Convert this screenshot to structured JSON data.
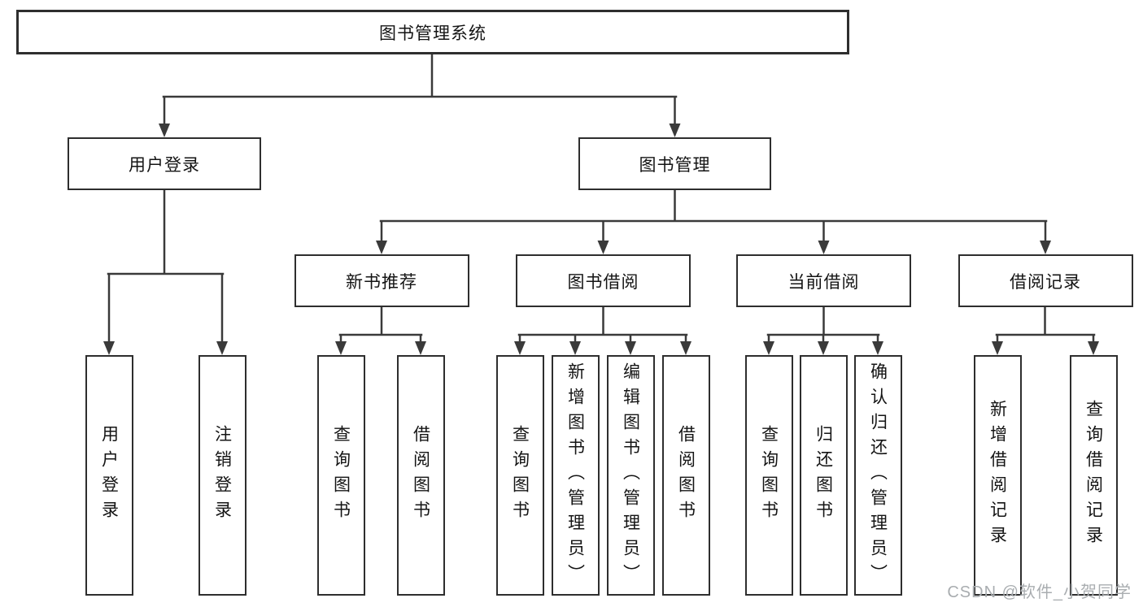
{
  "diagram": {
    "type": "hierarchy-tree",
    "title": "图书管理系统",
    "colors": {
      "line": "#3a3a3a",
      "box_border": "#2e2e2e",
      "text": "#141414",
      "watermark": "#a9adb0",
      "background": "#ffffff"
    },
    "nodes": {
      "root": {
        "label": "图书管理系统"
      },
      "user_login": {
        "label": "用户登录"
      },
      "book_management": {
        "label": "图书管理"
      },
      "new_book_recommend": {
        "label": "新书推荐"
      },
      "book_borrow": {
        "label": "图书借阅"
      },
      "current_borrow": {
        "label": "当前借阅"
      },
      "borrow_records": {
        "label": "借阅记录"
      },
      "user_login_leaf": {
        "label": "用户登录"
      },
      "logout_leaf": {
        "label": "注销登录"
      },
      "nbr_query_books": {
        "label": "查询图书"
      },
      "nbr_borrow_books": {
        "label": "借阅图书"
      },
      "bb_query_books": {
        "label": "查询图书"
      },
      "bb_add_books": {
        "label": "新增图书（管理员）"
      },
      "bb_edit_books": {
        "label": "编辑图书（管理员）"
      },
      "bb_borrow_books": {
        "label": "借阅图书"
      },
      "cb_query_books": {
        "label": "查询图书"
      },
      "cb_return_books": {
        "label": "归还图书"
      },
      "cb_confirm_return": {
        "label": "确认归还（管理员）"
      },
      "br_add_record": {
        "label": "新增借阅记录"
      },
      "br_query_record": {
        "label": "查询借阅记录"
      }
    },
    "edges": [
      [
        "图书管理系统",
        "用户登录"
      ],
      [
        "图书管理系统",
        "图书管理"
      ],
      [
        "用户登录",
        "用户登录"
      ],
      [
        "用户登录",
        "注销登录"
      ],
      [
        "图书管理",
        "新书推荐"
      ],
      [
        "图书管理",
        "图书借阅"
      ],
      [
        "图书管理",
        "当前借阅"
      ],
      [
        "图书管理",
        "借阅记录"
      ],
      [
        "新书推荐",
        "查询图书"
      ],
      [
        "新书推荐",
        "借阅图书"
      ],
      [
        "图书借阅",
        "查询图书"
      ],
      [
        "图书借阅",
        "新增图书（管理员）"
      ],
      [
        "图书借阅",
        "编辑图书（管理员）"
      ],
      [
        "图书借阅",
        "借阅图书"
      ],
      [
        "当前借阅",
        "查询图书"
      ],
      [
        "当前借阅",
        "归还图书"
      ],
      [
        "当前借阅",
        "确认归还（管理员）"
      ],
      [
        "借阅记录",
        "新增借阅记录"
      ],
      [
        "借阅记录",
        "查询借阅记录"
      ]
    ],
    "watermark": "CSDN @软件_小贺同学"
  }
}
